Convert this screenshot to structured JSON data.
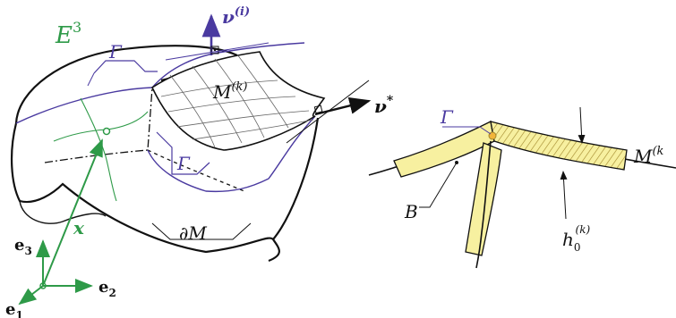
{
  "colors": {
    "green": "#2e9a48",
    "purple": "#4a3aa0",
    "black": "#111111",
    "shell_fill": "#f7f0a0",
    "hatch": "#a0862a",
    "grid": "#666666"
  },
  "left_figure": {
    "space_label": "E",
    "space_sup": "3",
    "normal_label": "ν",
    "normal_sup": "(i)",
    "boundary_normal_label": "ν",
    "boundary_normal_sup": "*",
    "patch_label": "M",
    "patch_sup": "(k)",
    "interface_label_top": "Γ",
    "interface_label_bottom": "Γ",
    "boundary_label": "∂M",
    "position_label": "x",
    "basis": {
      "e3": "e",
      "e3_sub": "3",
      "e2": "e",
      "e2_sub": "2",
      "e1": "e",
      "e1_sub": "1"
    }
  },
  "right_figure": {
    "interface_label": "Γ",
    "region_label": "B",
    "patch_label": "M",
    "patch_sup": "(k",
    "thickness_label": "h",
    "thickness_sub": "0",
    "thickness_sup": "(k)"
  }
}
